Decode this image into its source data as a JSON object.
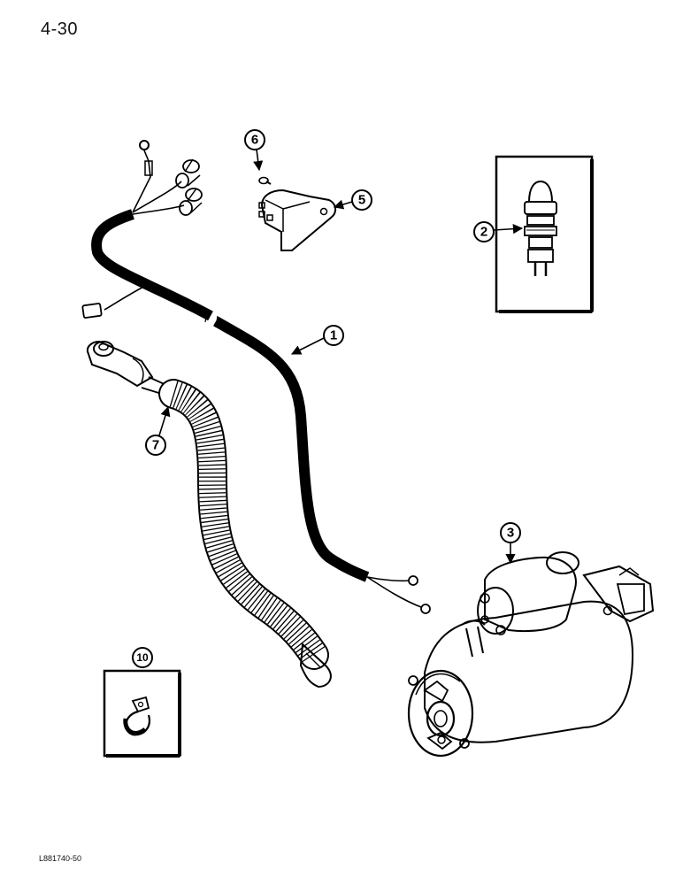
{
  "page_number": "4-30",
  "figure_code": "L881740-50",
  "callouts": {
    "harness": "1",
    "button_switch": "2",
    "starter_motor": "3",
    "relay": "5",
    "screw": "6",
    "battery_cable": "7",
    "clip": "10"
  }
}
